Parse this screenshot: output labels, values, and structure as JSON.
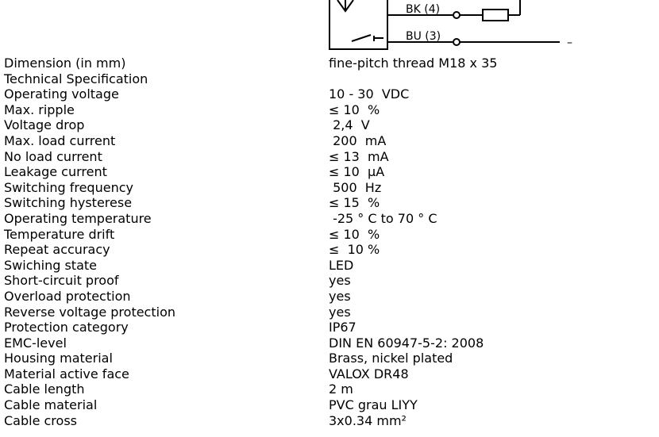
{
  "diagram": {
    "wire_bk": "BK (4)",
    "wire_bu": "BU (3)",
    "minus_symbol": "–"
  },
  "specs": [
    {
      "label": "Dimension (in mm)",
      "value": "fine-pitch thread M18 x 35"
    },
    {
      "label": "Technical Specification",
      "value": ""
    },
    {
      "label": "Operating voltage",
      "value": "10 - 30  VDC"
    },
    {
      "label": "Max. ripple",
      "value": "≤ 10  %"
    },
    {
      "label": "Voltage drop",
      "value": " 2,4  V"
    },
    {
      "label": "Max. load current",
      "value": " 200  mA"
    },
    {
      "label": "No load current",
      "value": "≤ 13  mA"
    },
    {
      "label": "Leakage current",
      "value": "≤ 10  µA"
    },
    {
      "label": "Switching frequency",
      "value": " 500  Hz"
    },
    {
      "label": "Switching hysterese",
      "value": "≤ 15  %"
    },
    {
      "label": "Operating temperature",
      "value": " -25 ° C to 70 ° C"
    },
    {
      "label": "Temperature drift",
      "value": "≤ 10  %"
    },
    {
      "label": "Repeat accuracy",
      "value": "≤  10 %"
    },
    {
      "label": "Swiching state",
      "value": "LED"
    },
    {
      "label": "Short-circuit proof",
      "value": "yes"
    },
    {
      "label": "Overload protection",
      "value": "yes"
    },
    {
      "label": "Reverse voltage protection",
      "value": "yes"
    },
    {
      "label": "Protection category",
      "value": "IP67"
    },
    {
      "label": "EMC-level",
      "value": "DIN EN 60947-5-2: 2008"
    },
    {
      "label": "Housing material",
      "value": "Brass, nickel plated"
    },
    {
      "label": "Material active face",
      "value": "VALOX DR48"
    },
    {
      "label": "Cable length",
      "value": "2 m"
    },
    {
      "label": "Cable material",
      "value": "PVC grau LIYY"
    },
    {
      "label": "Cable cross",
      "value": "3x0.34 mm²"
    }
  ]
}
